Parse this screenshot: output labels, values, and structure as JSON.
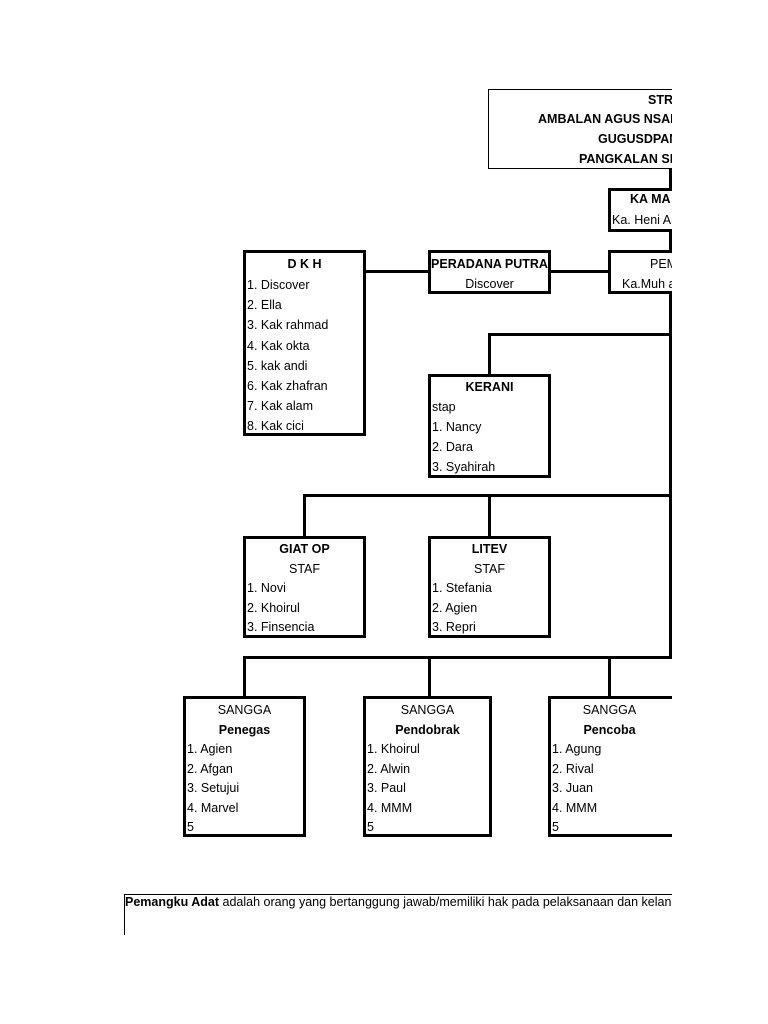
{
  "title_block": {
    "line1": "STRU",
    "line2": "AMBALAN AGUS NSALI",
    "line3": "GUGUSDPAN",
    "line4": "PANGKALAN SM"
  },
  "ka_box": {
    "title": "KA MA",
    "subtitle": "Ka. Heni Ap"
  },
  "pem_box": {
    "title": "PEM",
    "subtitle": "Ka.Muh a"
  },
  "peradana_box": {
    "title": "PERADANA PUTRA",
    "subtitle": "Discover"
  },
  "dkh_box": {
    "title": "D K H",
    "items": [
      "1. Discover",
      "2. Ella",
      "3. Kak rahmad",
      "4. Kak okta",
      "5. kak andi",
      "6. Kak zhafran",
      "7. Kak alam",
      "8. Kak cici"
    ]
  },
  "kerani_box": {
    "title": "KERANI",
    "subtitle": "stap",
    "items": [
      "1. Nancy",
      "2. Dara",
      "3.  Syahirah"
    ]
  },
  "giatop_box": {
    "title": "GIAT OP",
    "subtitle": "STAF",
    "items": [
      "1. Novi",
      "2. Khoirul",
      "3. Finsencia"
    ]
  },
  "litev_box": {
    "title": "LITEV",
    "subtitle": "STAF",
    "items": [
      "1. Stefania",
      "2. Agien",
      "3. Repri"
    ]
  },
  "sangga_penegas": {
    "title": "SANGGA",
    "name": "Penegas",
    "items": [
      "1. Agien",
      "2. Afgan",
      "3. Setujui",
      "4. Marvel",
      "5"
    ]
  },
  "sangga_pendobrak": {
    "title": "SANGGA",
    "name": "Pendobrak",
    "items": [
      "1. Khoirul",
      "2. Alwin",
      "3. Paul",
      "4. MMM",
      "5"
    ]
  },
  "sangga_pencoba": {
    "title": "SANGGA",
    "name": "Pencoba",
    "items": [
      "1. Agung",
      "2. Rival",
      "3. Juan",
      "4. MMM",
      "5"
    ]
  },
  "footer": {
    "bold": "Pemangku Adat",
    "text": " adalah orang yang bertanggung jawab/memiliki hak pada pelaksanaan dan kelan"
  }
}
